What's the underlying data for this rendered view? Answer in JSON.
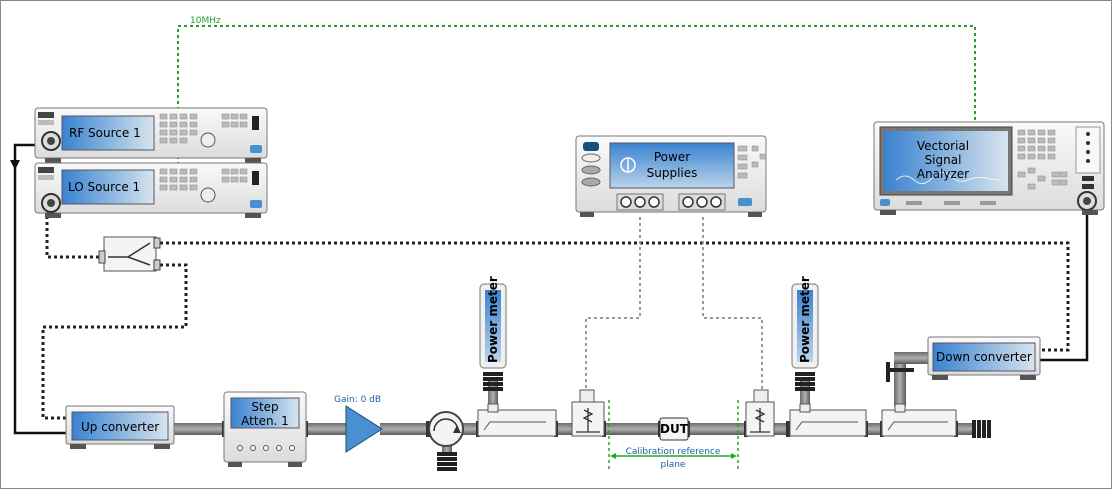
{
  "instruments": {
    "rf_source": "RF Source 1",
    "lo_source": "LO Source 1",
    "power_supplies": [
      "Power",
      "Supplies"
    ],
    "vsa": [
      "Vectorial",
      "Signal",
      "Analyzer"
    ],
    "down_converter": "Down converter",
    "up_converter": "Up converter",
    "step_atten": [
      "Step",
      "Atten. 1"
    ],
    "power_meter_left": "Power meter",
    "power_meter_right": "Power meter",
    "dut": "DUT"
  },
  "annotations": {
    "ref_clock": "10MHz",
    "amp_gain": "Gain: 0 dB",
    "calibration_plane": [
      "Calibration reference",
      "plane"
    ]
  },
  "colors": {
    "clock_line": "#2a9a2a",
    "calibration_marker": "#22aa22",
    "gain_text": "#1a5fa0",
    "screen": "#4a90d0"
  }
}
